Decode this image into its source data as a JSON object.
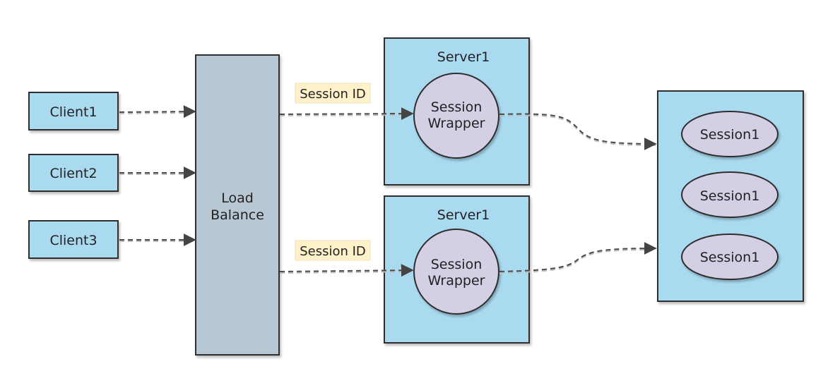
{
  "clients": [
    {
      "label": "Client1"
    },
    {
      "label": "Client2"
    },
    {
      "label": "Client3"
    }
  ],
  "load_balancer": {
    "line1": "Load",
    "line2": "Balance"
  },
  "servers": [
    {
      "title": "Server1",
      "wrapper_line1": "Session",
      "wrapper_line2": "Wrapper",
      "tag": "Session ID"
    },
    {
      "title": "Server1",
      "wrapper_line1": "Session",
      "wrapper_line2": "Wrapper",
      "tag": "Session ID"
    }
  ],
  "session_store": {
    "sessions": [
      {
        "label": "Session1"
      },
      {
        "label": "Session1"
      },
      {
        "label": "Session1"
      }
    ]
  },
  "colors": {
    "light_blue": "#a9daf0",
    "gray_blue": "#b8c7d4",
    "lavender": "#d4cfe4",
    "tag_yellow": "#fff1c9",
    "stroke": "#2f2f2f"
  }
}
